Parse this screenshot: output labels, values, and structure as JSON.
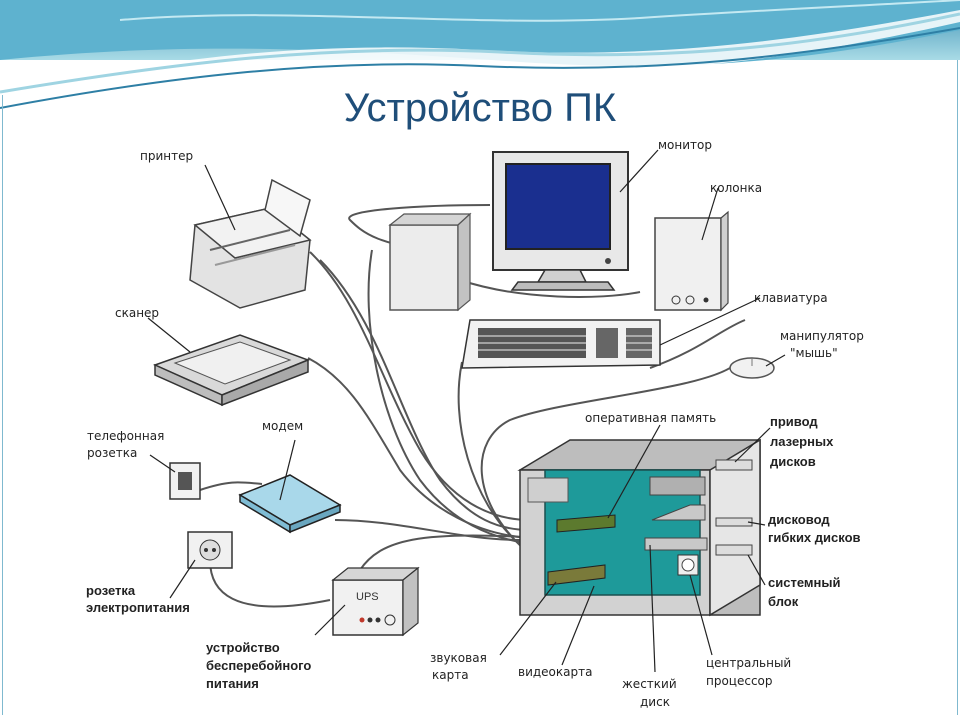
{
  "slide": {
    "title": "Устройство ПК",
    "colors": {
      "title": "#1f4e79",
      "banner": "#4fa8c8",
      "board": "#1e9a9a",
      "screen": "#1a2f8f"
    }
  },
  "labels": {
    "printer": "принтер",
    "monitor": "монитор",
    "speaker": "колонка",
    "keyboard": "клавиатура",
    "mouse_1": "манипулятор",
    "mouse_2": "\"мышь\"",
    "scanner": "сканер",
    "ram": "оперативная память",
    "optical_1": "привод",
    "optical_2": "лазерных",
    "optical_3": "дисков",
    "phone_socket_1": "телефонная",
    "phone_socket_2": "розетка",
    "modem": "модем",
    "floppy_1": "дисковод",
    "floppy_2": "гибких дисков",
    "system_unit_1": "системный",
    "system_unit_2": "блок",
    "power_socket_1": "розетка",
    "power_socket_2": "электропитания",
    "ups_1": "устройство",
    "ups_2": "бесперебойного",
    "ups_3": "питания",
    "sound_card_1": "звуковая",
    "sound_card_2": "карта",
    "video_card": "видеокарта",
    "hdd_1": "жесткий",
    "hdd_2": "диск",
    "cpu_1": "центральный",
    "cpu_2": "процессор",
    "ups_device_text": "UPS"
  }
}
